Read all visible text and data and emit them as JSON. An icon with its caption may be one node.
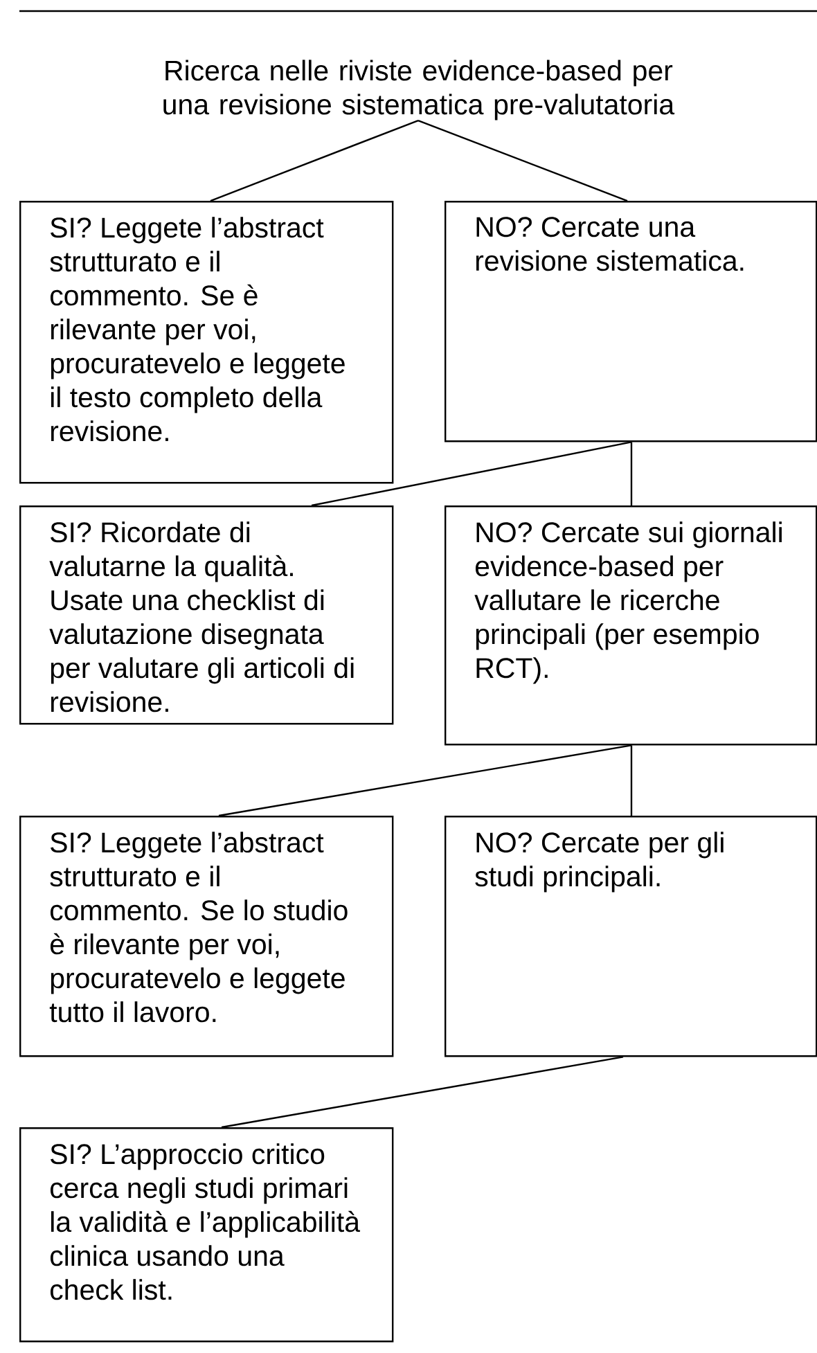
{
  "diagram": {
    "nodes": [
      {
        "text": [
          "Ricerca nelle riviste evidence-based per una revisione sistematica pre-valutatoria"
        ]
      },
      {
        "text": [
          "SI? Leggete l’abstract strutturato e il commento. Se è rilevante per voi, procuratevelo e leggete il testo completo della revisione."
        ]
      },
      {
        "text": [
          "NO? Cercate una revisione sistematica."
        ]
      },
      {
        "text": [
          "SI? Ricordate di valutarne la qualità. Usate una checklist di valutazione disegnata per valutare gli articoli di revisione."
        ]
      },
      {
        "text": [
          "NO? Cercate sui giornali evidence-based per vallutare le ricerche principali (per esempio RCT)."
        ]
      },
      {
        "text": [
          "SI? Leggete l’abstract strutturato e il commento. Se lo studio è rilevante per voi, procuratevelo e leggete tutto il lavoro."
        ]
      },
      {
        "text": [
          "NO? Cercate per gli studi principali."
        ]
      },
      {
        "text": [
          "SI? L’approccio critico cerca negli studi primari la validità e l’applicabilità clinica usando una check list."
        ]
      }
    ],
    "edges": [
      {
        "from": 0,
        "to": 1,
        "arrow": "none"
      },
      {
        "from": 0,
        "to": 2,
        "arrow": "none"
      },
      {
        "from": 2,
        "to": 3,
        "arrow": "none"
      },
      {
        "from": 2,
        "to": 4,
        "arrow": "none"
      },
      {
        "from": 4,
        "to": 5,
        "arrow": "none"
      },
      {
        "from": 4,
        "to": 6,
        "arrow": "none"
      },
      {
        "from": 6,
        "to": 7,
        "arrow": "none"
      }
    ]
  }
}
